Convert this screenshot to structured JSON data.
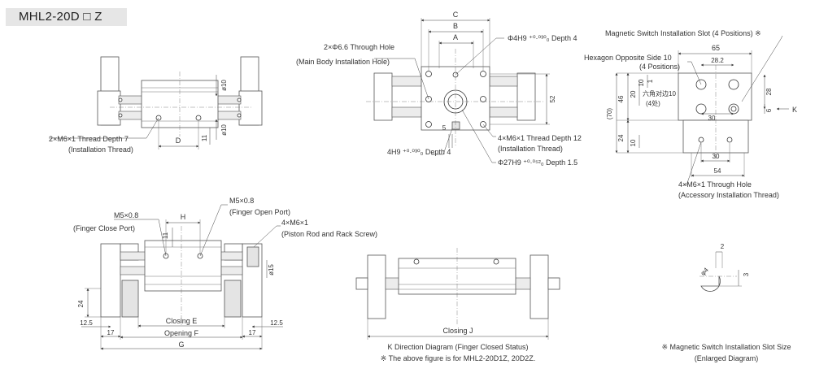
{
  "title": "MHL2-20D □ Z",
  "front_view": {
    "thread_label_1": "2×M6×1 Thread Depth 7",
    "thread_label_2": "(Installation Thread)",
    "dim_D": "D",
    "dim_phi10_top": "ø10",
    "dim_phi10_bot": "ø10",
    "dim_11": "11"
  },
  "side_view": {
    "dim_C": "C",
    "dim_B": "B",
    "dim_A": "A",
    "hole_label_1": "2×Φ6.6 Through Hole",
    "hole_label_2": "(Main Body Installation Hole)",
    "pin_label": "Φ4H9 ⁺⁰·⁰³⁰₀ Depth 4",
    "dim_52": "52",
    "dim_5": "5",
    "slot_label": "4H9 ⁺⁰·⁰³⁰₀ Depth 4",
    "thread_label_1": "4×M6×1 Thread Depth 12",
    "thread_label_2": "(Installation Thread)",
    "bore_label": "Φ27H9 ⁺⁰·⁰⁵²₀ Depth 1.5"
  },
  "end_view": {
    "switch_label": "Magnetic Switch Installation Slot (4 Positions) ※",
    "hex_label_1": "Hexagon Opposite Side 10",
    "hex_label_2": "(4 Positions)",
    "dim_65": "65",
    "dim_28_2": "28.2",
    "cn_label_1": "六角对边10",
    "cn_label_2": "(4处)",
    "dim_30_mid": "30",
    "dim_28": "28",
    "dim_6": "6",
    "dim_K": "K",
    "dim_70": "(70)",
    "dim_46": "46",
    "dim_20": "20",
    "dim_10_top": "10",
    "dim_1": "1",
    "dim_24": "24",
    "dim_10_bot": "10",
    "dim_30_bot": "30",
    "dim_54": "54",
    "thread_label_1": "4×M6×1 Through Hole",
    "thread_label_2": "(Accessory Installation Thread)"
  },
  "bottom_left": {
    "port_close_1": "M5×0.8",
    "port_close_2": "(Finger Close Port)",
    "dim_H": "H",
    "port_open_1": "M5×0.8",
    "port_open_2": "(Finger Open Port)",
    "screw_1": "4×M6×1",
    "screw_2": "(Piston Rod and Rack Screw)",
    "dim_11": "11",
    "dim_phi15": "ø15",
    "dim_24": "24",
    "dim_12_5_l": "12.5",
    "dim_12_5_r": "12.5",
    "dim_17_l": "17",
    "dim_17_r": "17",
    "closing_E": "Closing E",
    "opening_F": "Opening F",
    "dim_G": "G"
  },
  "bottom_mid": {
    "closing_J": "Closing J",
    "caption_1": "K Direction Diagram (Finger Closed Status)",
    "caption_2": "※ The above figure is for MHL2-20D1Z, 20D2Z."
  },
  "slot_detail": {
    "dim_2": "2",
    "dim_phi4": "φ4",
    "dim_3": "3",
    "caption_1": "※ Magnetic Switch Installation Slot Size",
    "caption_2": "(Enlarged Diagram)"
  }
}
